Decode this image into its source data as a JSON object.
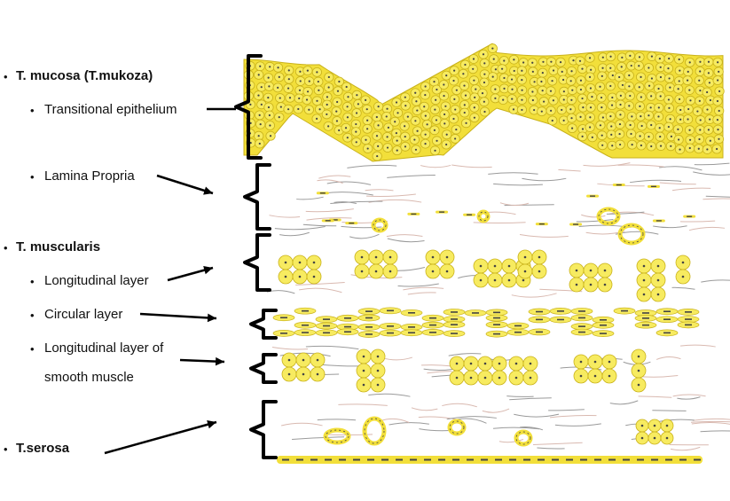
{
  "labels": {
    "mucosa": "T. mucosa (T.mukoza)",
    "transitional": "Transitional  epithelium",
    "lamina": "Lamina Propria",
    "muscularis": "T. muscularis",
    "longitudinal": "Longitudinal  layer",
    "circular": "Circular layer",
    "longitudinal_smooth_1": "Longitudinal  layer of",
    "longitudinal_smooth_2": "smooth muscle",
    "serosa": "T.serosa"
  },
  "colors": {
    "epithelium": "#f2df3a",
    "cell_fill": "#f7eb60",
    "cell_edge": "#c9b21a",
    "nucleus": "#444444",
    "fiber_gray": "#9a9a9a",
    "fiber_pink": "#d9b9b0",
    "text": "#111111"
  }
}
